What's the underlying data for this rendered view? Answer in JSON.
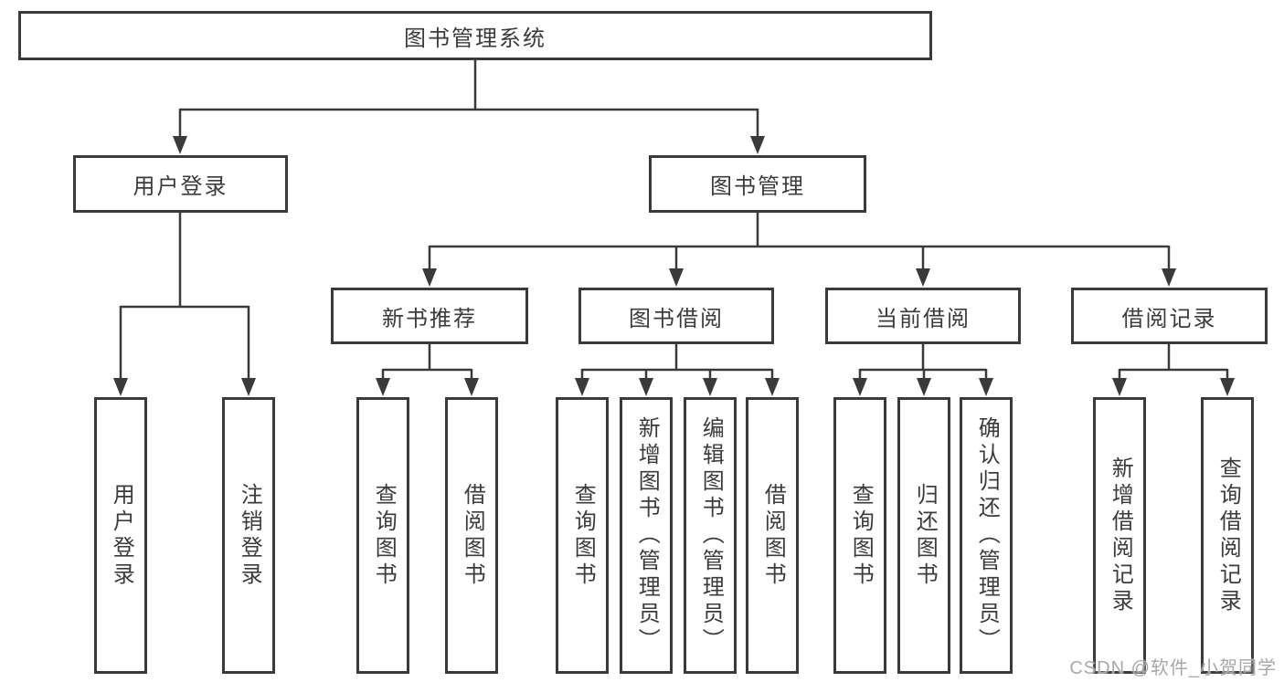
{
  "diagram": {
    "root": "图书管理系统",
    "branches": [
      {
        "label": "用户登录",
        "children": [
          "用户登录",
          "注销登录"
        ]
      },
      {
        "label": "图书管理",
        "groups": [
          {
            "label": "新书推荐",
            "children": [
              "查询图书",
              "借阅图书"
            ]
          },
          {
            "label": "图书借阅",
            "children": [
              "查询图书",
              "新增图书（管理员）",
              "编辑图书（管理员）",
              "借阅图书"
            ]
          },
          {
            "label": "当前借阅",
            "children": [
              "查询图书",
              "归还图书",
              "确认归还（管理员）"
            ]
          },
          {
            "label": "借阅记录",
            "children": [
              "新增借阅记录",
              "查询借阅记录"
            ]
          }
        ]
      }
    ]
  },
  "watermark": "CSDN @软件_小贺同学",
  "colors": {
    "line": "#3a3a3a",
    "box_border": "#3a3a3a",
    "text": "#3b3b3b",
    "watermark": "#a8a8a8",
    "background": "#ffffff"
  }
}
